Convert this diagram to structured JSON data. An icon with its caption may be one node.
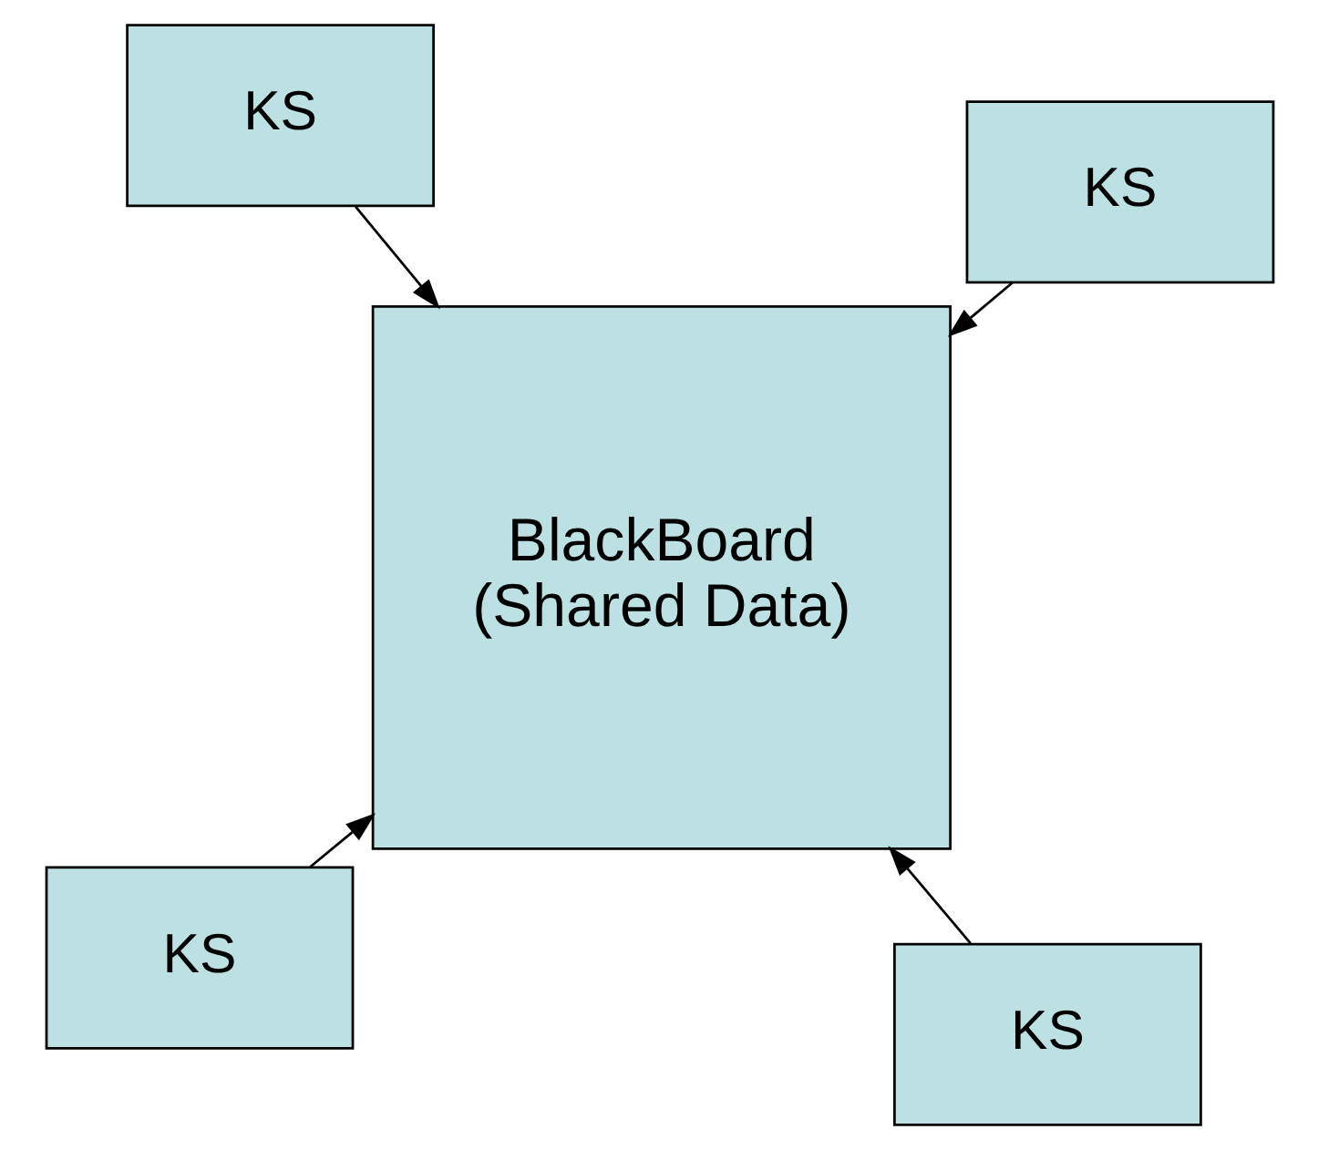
{
  "diagram": {
    "nodes": [
      {
        "text": [
          "KS"
        ]
      },
      {
        "text": [
          "KS"
        ]
      },
      {
        "text": [
          "BlackBoard (Shared Data)"
        ]
      },
      {
        "text": [
          "KS"
        ]
      },
      {
        "text": [
          "KS"
        ]
      }
    ],
    "edges": [
      {
        "from": 0,
        "to": 2,
        "arrow": "to"
      },
      {
        "from": 1,
        "to": 2,
        "arrow": "to"
      },
      {
        "from": 3,
        "to": 2,
        "arrow": "to"
      },
      {
        "from": 4,
        "to": 2,
        "arrow": "to"
      }
    ]
  }
}
